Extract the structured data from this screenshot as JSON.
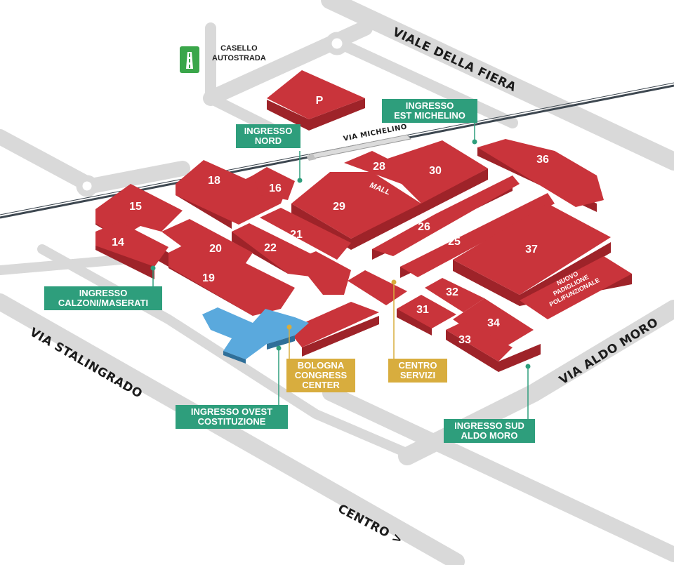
{
  "colors": {
    "hall": "#c9343b",
    "hall_shadow": "#9e2329",
    "road": "#d9d9d9",
    "entrance": "#2e9e7c",
    "service": "#d8ad3e",
    "congress": "#5aa9dd",
    "railway": "#3d4750"
  },
  "roads": {
    "viale_della_fiera": "VIALE DELLA FIERA",
    "via_michelino": "VIA MICHELINO",
    "via_stalingrado": "VIA STALINGRADO",
    "via_aldo_moro": "VIA ALDO MORO",
    "centro": "CENTRO >"
  },
  "casello": {
    "line1": "CASELLO",
    "line2": "AUTOSTRADA",
    "icon": "highway-icon"
  },
  "halls": {
    "p": "P",
    "h14": "14",
    "h15": "15",
    "h16": "16",
    "h18": "18",
    "h19": "19",
    "h20": "20",
    "h21": "21",
    "h22": "22",
    "h25": "25",
    "h26": "26",
    "h28": "28",
    "h29": "29",
    "h30": "30",
    "h31": "31",
    "h32": "32",
    "h33": "33",
    "h34": "34",
    "h36": "36",
    "h37": "37",
    "mall": "MALL",
    "nuovo_1": "NUOVO",
    "nuovo_2": "PADIGLIONE",
    "nuovo_3": "POLIFUNZIONALE"
  },
  "entrances": {
    "est_michelino": {
      "line1": "INGRESSO",
      "line2": "EST MICHELINO"
    },
    "nord": {
      "line1": "INGRESSO",
      "line2": "NORD"
    },
    "calzoni": {
      "line1": "INGRESSO",
      "line2": "CALZONI/MASERATI"
    },
    "ovest": {
      "line1": "INGRESSO OVEST",
      "line2": "COSTITUZIONE"
    },
    "sud": {
      "line1": "INGRESSO SUD",
      "line2": "ALDO MORO"
    }
  },
  "services": {
    "congress": {
      "line1": "BOLOGNA",
      "line2": "CONGRESS",
      "line3": "CENTER"
    },
    "centro_servizi": {
      "line1": "CENTRO",
      "line2": "SERVIZI"
    }
  }
}
